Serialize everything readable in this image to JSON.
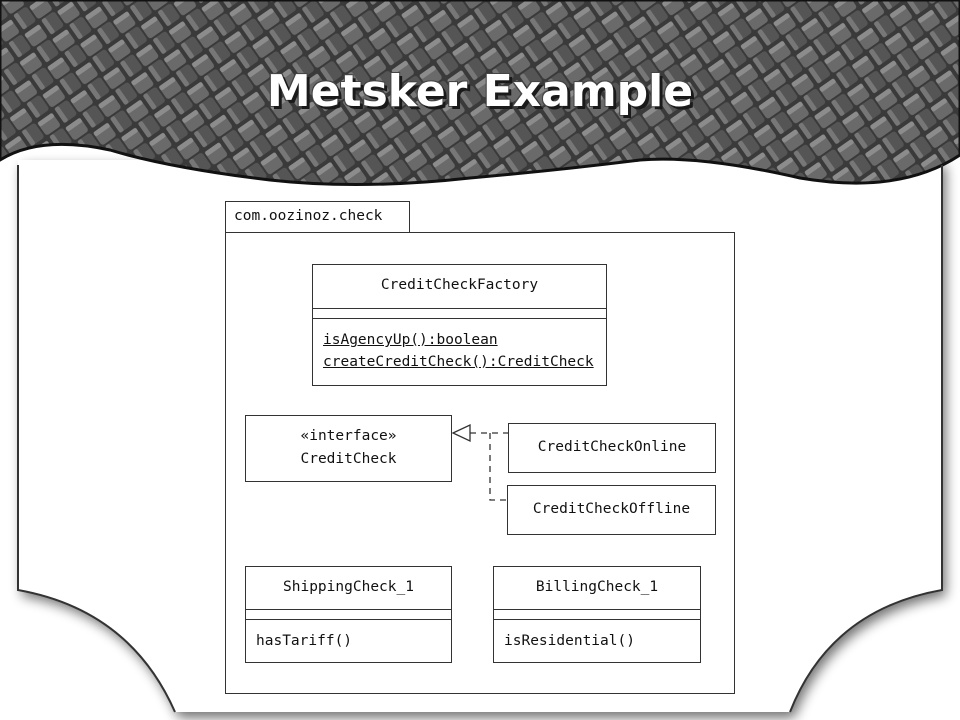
{
  "slide": {
    "title": "Metsker Example"
  },
  "diagram": {
    "package": "com.oozinoz.check",
    "classes": {
      "factory": {
        "name": "CreditCheckFactory",
        "operations": [
          "isAgencyUp():boolean",
          "createCreditCheck():CreditCheck"
        ]
      },
      "interface": {
        "stereotype": "«interface»",
        "name": "CreditCheck"
      },
      "online": {
        "name": "CreditCheckOnline"
      },
      "offline": {
        "name": "CreditCheckOffline"
      },
      "shipping": {
        "name": "ShippingCheck_1",
        "operations": [
          "hasTariff()"
        ]
      },
      "billing": {
        "name": "BillingCheck_1",
        "operations": [
          "isResidential()"
        ]
      }
    }
  }
}
